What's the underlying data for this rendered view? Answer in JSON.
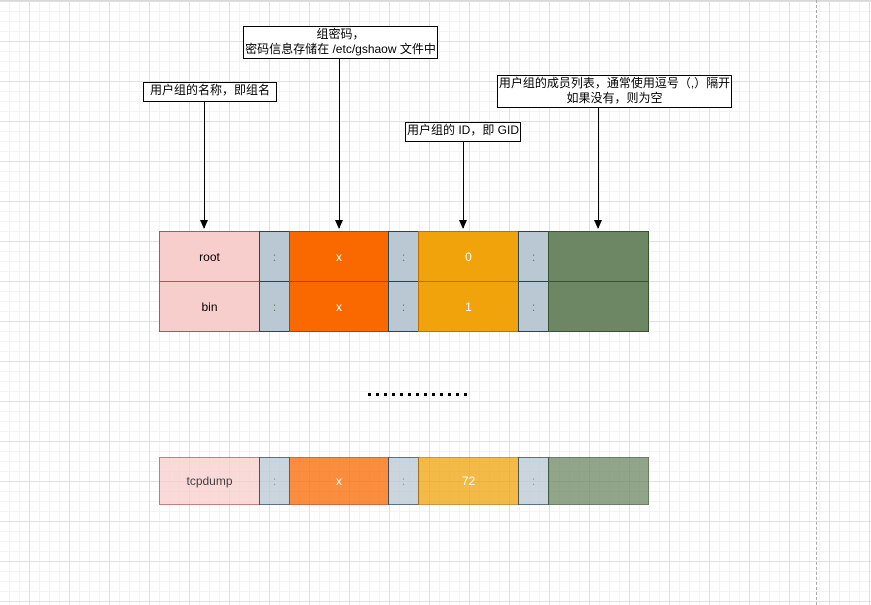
{
  "annotations": {
    "group_name": "用户组的名称，即组名",
    "password_line1": "组密码，",
    "password_line2": "密码信息存储在 /etc/gshaow 文件中",
    "gid": "用户组的 ID，即 GID",
    "members_line1": "用户组的成员列表，通常使用逗号（,）隔开",
    "members_line2": "如果没有，则为空"
  },
  "rows": [
    {
      "name": "root",
      "password": "x",
      "gid": "0",
      "members": ""
    },
    {
      "name": "bin",
      "password": "x",
      "gid": "1",
      "members": ""
    },
    {
      "name": "tcpdump",
      "password": "x",
      "gid": "72",
      "members": ""
    }
  ],
  "separator": ":",
  "ellipsis_dot_count": 13,
  "colors": {
    "name_fill": "#f8cecc",
    "separator_fill": "#bac8d3",
    "password_fill": "#fa6800",
    "gid_fill": "#f0a30a",
    "members_fill": "#6d8764"
  }
}
